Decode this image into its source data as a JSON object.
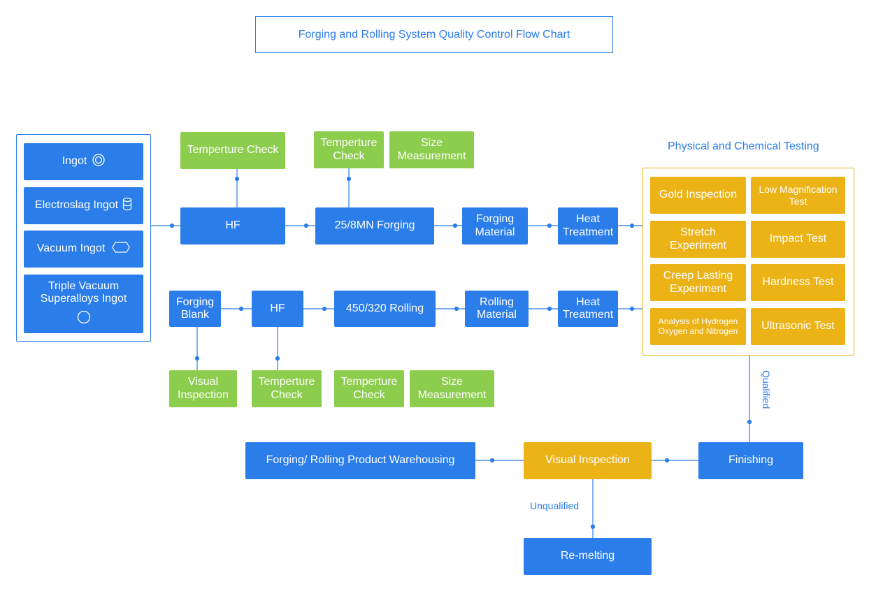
{
  "title": "Forging and Rolling System Quality Control Flow Chart",
  "ingots": [
    {
      "label": "Ingot",
      "icon": "concentric-circle-icon"
    },
    {
      "label": "Electroslag Ingot",
      "icon": "cylinder-icon"
    },
    {
      "label": "Vacuum Ingot",
      "icon": "hexagon-icon"
    },
    {
      "label": "Triple Vacuum Superalloys Ingot",
      "icon": "circle-icon"
    }
  ],
  "forging_line": {
    "hf": "HF",
    "forging": "25/8MN Forging",
    "material": "Forging Material",
    "heat_treatment": "Heat Treatment",
    "checks": {
      "hf_temp": "Temperture Check",
      "forging_temp": "Temperture Check",
      "forging_size": "Size Measurement"
    }
  },
  "rolling_line": {
    "blank": "Forging Blank",
    "hf": "HF",
    "rolling": "450/320 Rolling",
    "material": "Rolling Material",
    "heat_treatment": "Heat Treatment",
    "checks": {
      "visual": "Visual Inspection",
      "hf_temp": "Temperture Check",
      "rolling_temp": "Temperture Check",
      "rolling_size": "Size Measurement"
    }
  },
  "testing": {
    "title": "Physical and Chemical Testing",
    "tests": [
      "Gold Inspection",
      "Low Magnification Test",
      "Stretch Experiment",
      "Impact Test",
      "Creep Lasting Experiment",
      "Hardness Test",
      "Analysis of Hydrogen Oxygen and Nitrogen",
      "Ultrasonic Test"
    ]
  },
  "qualified_label": "Qualified",
  "unqualified_label": "Unqualified",
  "finishing": "Finishing",
  "visual_inspection": "Visual Inspection",
  "warehousing": "Forging/ Rolling Product Warehousing",
  "remelting": "Re-melting",
  "colors": {
    "blue": "#2b7de9",
    "green": "#8ccd4e",
    "gold": "#ecb317"
  }
}
